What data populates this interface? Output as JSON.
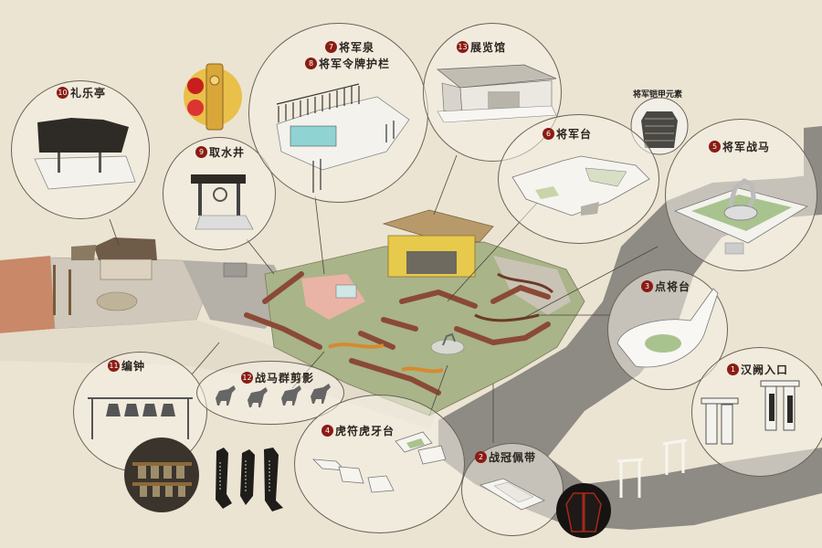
{
  "spots": [
    {
      "num": "1",
      "label": "汉阙入口"
    },
    {
      "num": "2",
      "label": "战冠佩带"
    },
    {
      "num": "3",
      "label": "点将台"
    },
    {
      "num": "4",
      "label": "虎符虎牙台"
    },
    {
      "num": "5",
      "label": "将军战马"
    },
    {
      "num": "6",
      "label": "将军台"
    },
    {
      "num": "7",
      "label": "将军泉"
    },
    {
      "num": "8",
      "label": "将军令牌护栏"
    },
    {
      "num": "9",
      "label": "取水井"
    },
    {
      "num": "10",
      "label": "礼乐亭"
    },
    {
      "num": "11",
      "label": "编钟"
    },
    {
      "num": "12",
      "label": "战马群剪影"
    },
    {
      "num": "13",
      "label": "展览馆"
    }
  ],
  "armor_caption": "将军铠甲元素",
  "colors": {
    "background": "#ebe4d2",
    "badge": "#8a1c14",
    "road": "#8e8a84",
    "grass": "#a9b488",
    "wall": "#8a4a35",
    "roof": "#b89a6a"
  }
}
